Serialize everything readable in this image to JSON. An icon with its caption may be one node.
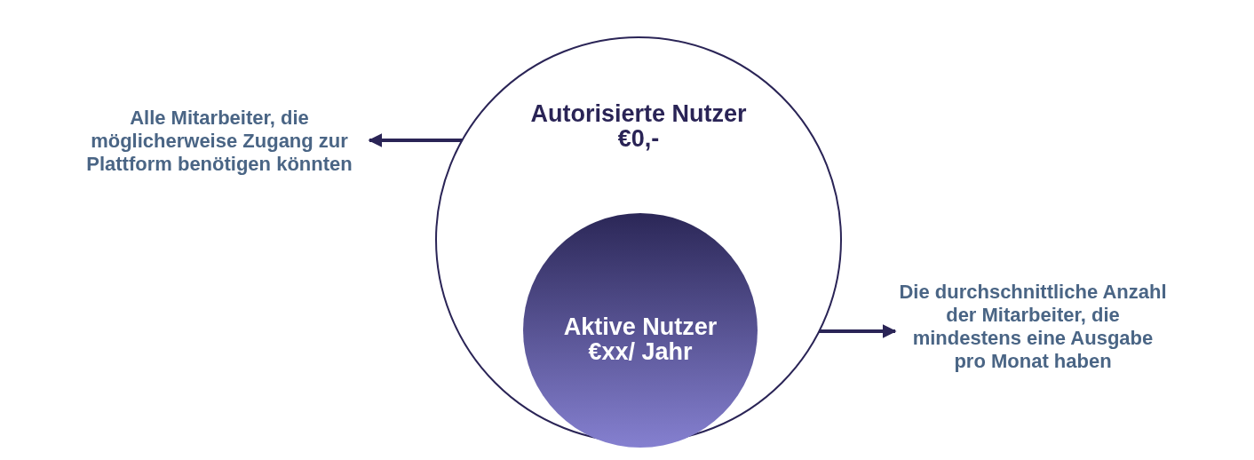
{
  "diagram": {
    "nodes": [
      {
        "text": [
          "Autorisierte Nutzer",
          "€0,-"
        ]
      },
      {
        "text": [
          "Aktive Nutzer",
          "€xx/ Jahr"
        ],
        "in": 0
      },
      {
        "text": [
          "Alle Mitarbeiter, die möglicherweise Zugang zur Plattform benötigen könnten"
        ]
      },
      {
        "text": [
          "Die durchschnittliche Anzahl der Mitarbeiter, die mindestens eine Ausgabe pro Monat haben"
        ]
      }
    ],
    "edges": [
      {
        "from": 0,
        "to": 2,
        "arrow": "to"
      },
      {
        "from": 1,
        "to": 3,
        "arrow": "to"
      }
    ]
  }
}
